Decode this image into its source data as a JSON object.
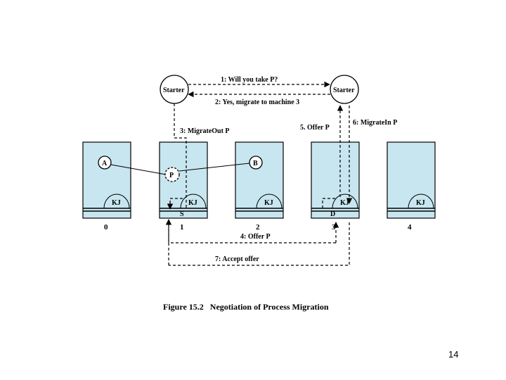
{
  "diagram": {
    "starter_left": "Starter",
    "starter_right": "Starter",
    "msg1": "1: Will you take P?",
    "msg2": "2: Yes, migrate to machine 3",
    "msg3": "3: MigrateOut P",
    "msg4": "4: Offer P",
    "msg5": "5. Offer P",
    "msg6": "6: MigrateIn P",
    "msg7": "7: Accept offer",
    "process_a": "A",
    "process_b": "B",
    "process_p": "P",
    "kernel_label": "KJ",
    "source_marker": "S",
    "dest_marker": "D",
    "machine_numbers": [
      "0",
      "1",
      "2",
      "3",
      "4"
    ],
    "caption": "Figure 15.2   Negotiation of Process Migration",
    "colors": {
      "machine_fill": "#c8e6ef",
      "line": "#000000",
      "background": "#ffffff"
    }
  },
  "page_number": "14"
}
